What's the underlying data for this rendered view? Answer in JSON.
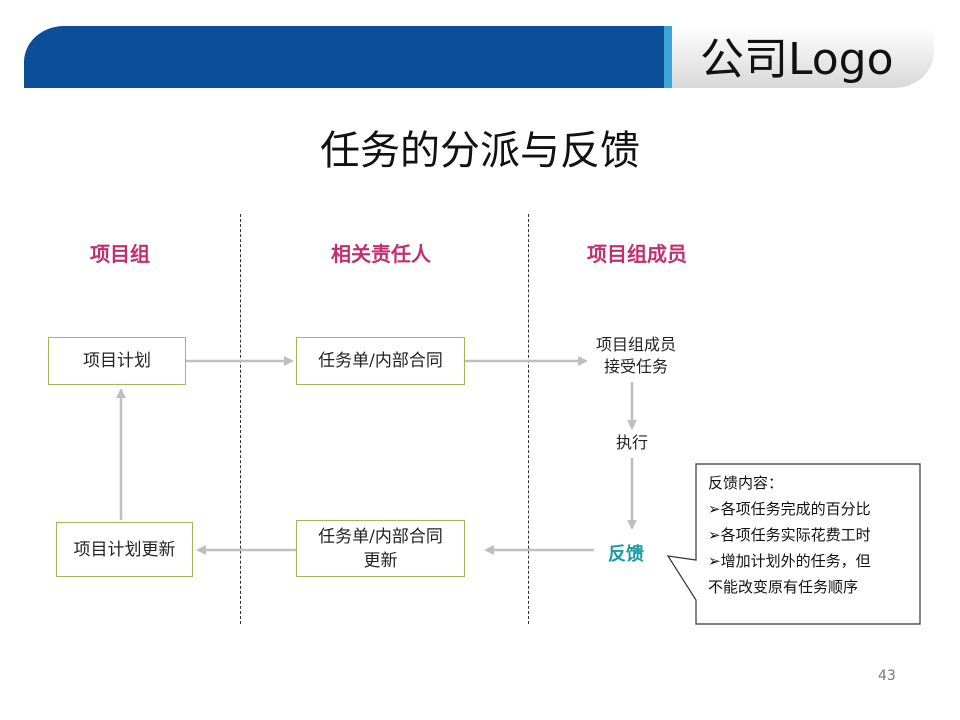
{
  "header": {
    "logo_text": "公司Logo"
  },
  "title": "任务的分派与反馈",
  "columns": [
    "项目组",
    "相关责任人",
    "项目组成员"
  ],
  "nodes": {
    "project_plan": "项目计划",
    "task_contract": "任务单/内部合同",
    "member_accept": "项目组成员\n接受任务",
    "execute": "执行",
    "feedback": "反馈",
    "task_contract_update": "任务单/内部合同\n更新",
    "project_plan_update": "项目计划更新"
  },
  "callout": {
    "heading": "反馈内容：",
    "items": [
      "➢各项任务完成的百分比",
      "➢各项任务实际花费工时",
      "➢增加计划外的任务，但",
      "不能改变原有任务顺序"
    ]
  },
  "page_number": "43",
  "colors": {
    "header_blue": "#0a4f97",
    "accent_cyan": "#3aa6d9",
    "column_header": "#c0306e",
    "box_border": "#9bbb59",
    "feedback_text": "#1a9aa5",
    "arrow_gray": "#bfbfbf"
  }
}
